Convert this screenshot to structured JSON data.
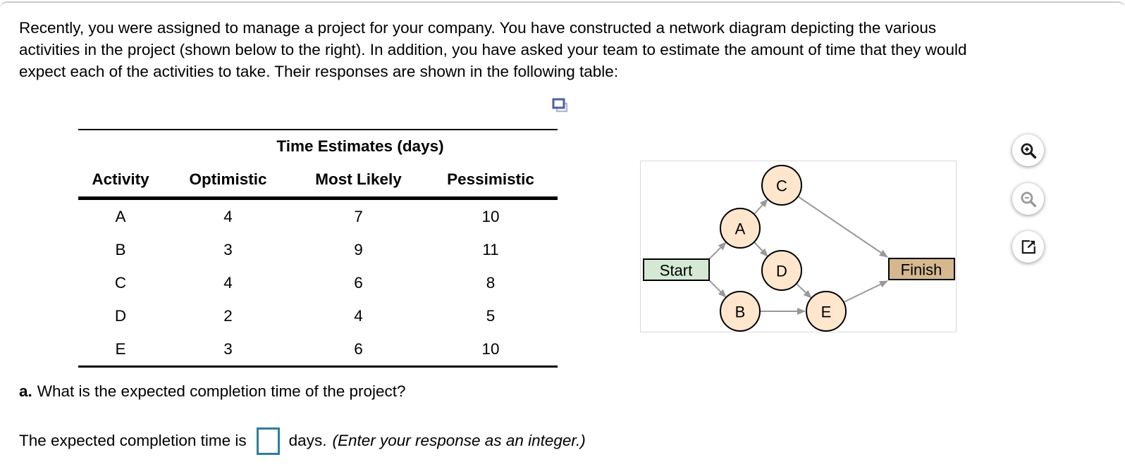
{
  "intro": {
    "lines": [
      "Recently, you were assigned to manage a project for your company. You have constructed a network diagram depicting the various",
      "activities in the project (shown below to the right). In addition, you have asked your team to estimate the amount of time that they would",
      "expect each of the activities to take. Their responses are shown in the following table:"
    ]
  },
  "table": {
    "span_title": "Time Estimates (days)",
    "headers": [
      "Activity",
      "Optimistic",
      "Most Likely",
      "Pessimistic"
    ],
    "rows": [
      [
        "A",
        "4",
        "7",
        "10"
      ],
      [
        "B",
        "3",
        "9",
        "11"
      ],
      [
        "C",
        "4",
        "6",
        "8"
      ],
      [
        "D",
        "2",
        "4",
        "5"
      ],
      [
        "E",
        "3",
        "6",
        "10"
      ]
    ]
  },
  "diagram": {
    "nodes": {
      "start": "Start",
      "a": "A",
      "b": "B",
      "c": "C",
      "d": "D",
      "e": "E",
      "finish": "Finish"
    },
    "edges": [
      "Start→A",
      "Start→B",
      "A→C",
      "A→D",
      "B→E",
      "D→E",
      "C→Finish",
      "E→Finish"
    ],
    "colors": {
      "activity_fill": "#ffe6cc",
      "start_fill": "#d5e8d4",
      "finish_fill": "#d5b88f",
      "node_border": "#000000",
      "edge": "#999999"
    }
  },
  "toolbar": {
    "buttons": [
      "zoom-in",
      "zoom-out",
      "open-in-new-window"
    ]
  },
  "question_a": {
    "label": "a.",
    "text": "What is the expected completion time of the project?"
  },
  "answer": {
    "prefix": "The expected completion time is",
    "unit": "days.",
    "instruction": "(Enter your response as an integer.)",
    "value": "",
    "input_border": "#2d7e9e"
  }
}
